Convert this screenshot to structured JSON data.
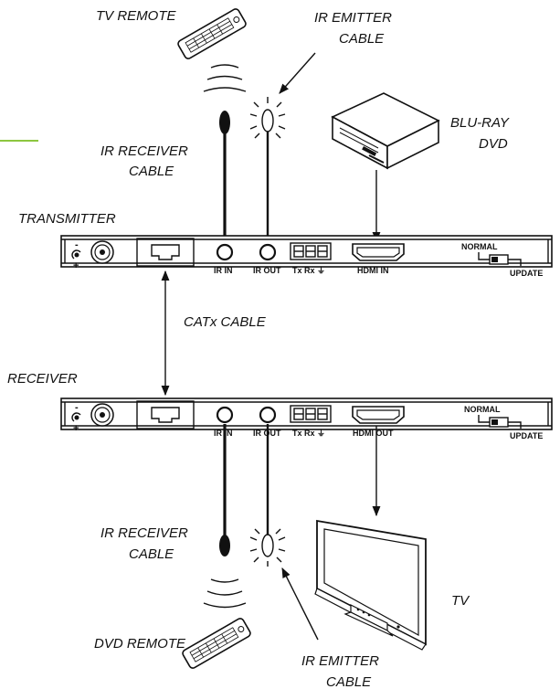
{
  "labels": {
    "tv_remote": "TV REMOTE",
    "ir_emitter_top_1": "IR EMITTER",
    "ir_emitter_top_2": "CABLE",
    "blu_ray_1": "BLU-RAY",
    "blu_ray_2": "DVD",
    "ir_receiver_top_1": "IR RECEIVER",
    "ir_receiver_top_2": "CABLE",
    "transmitter": "TRANSMITTER",
    "catx": "CATx CABLE",
    "receiver": "RECEIVER",
    "ir_receiver_bottom_1": "IR RECEIVER",
    "ir_receiver_bottom_2": "CABLE",
    "tv": "TV",
    "dvd_remote": "DVD REMOTE",
    "ir_emitter_bottom_1": "IR EMITTER",
    "ir_emitter_bottom_2": "CABLE"
  },
  "transmitter_panel": {
    "minus": "-",
    "plus": "+",
    "ir_in": "IR IN",
    "ir_out": "IR OUT",
    "serial": "Tx Rx ⏚",
    "hdmi": "HDMI IN",
    "normal": "NORMAL",
    "update": "UPDATE"
  },
  "receiver_panel": {
    "minus": "-",
    "plus": "+",
    "ir_in": "IR IN",
    "ir_out": "IR OUT",
    "serial": "Tx Rx ⏚",
    "hdmi": "HDMI OUT",
    "normal": "NORMAL",
    "update": "UPDATE"
  },
  "colors": {
    "accent_tick": "#8dc63f",
    "line": "#111111"
  }
}
